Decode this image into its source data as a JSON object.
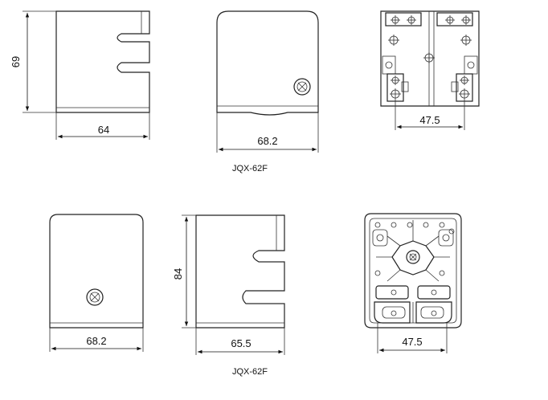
{
  "dimensions": {
    "top_side_height": "69",
    "top_side_width": "64",
    "top_front_width": "68.2",
    "top_bottom_pitch": "47.5",
    "bot_front_width": "68.2",
    "bot_side_height": "84",
    "bot_side_width": "65.5",
    "bot_bottom_pitch": "47.5"
  },
  "captions": {
    "top": "JQX-62F",
    "bottom": "JQX-62F"
  }
}
